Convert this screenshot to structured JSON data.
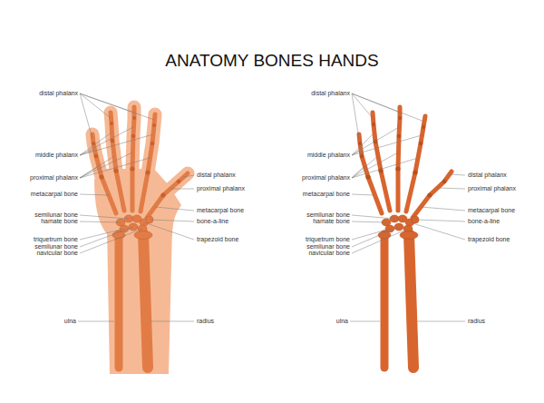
{
  "diagram": {
    "title": "ANATOMY BONES HANDS",
    "labels": [
      "distal phalanx",
      "middle phalanx",
      "proximal phalanx",
      "metacarpal bone",
      "semilunar bone",
      "hamate bone",
      "triquetrum bone",
      "semilunar bone",
      "navicular bone",
      "ulna",
      "distal phalanx",
      "proximal phalanx",
      "metacarpal bone",
      "bone-a-line",
      "trapezoid bone",
      "radius",
      "distal phalanx",
      "middle phalanx",
      "proximal phalanx",
      "metacarpal bone",
      "semilunar bone",
      "hamate bone",
      "triquetrum bone",
      "semilunar bone",
      "navicular bone",
      "ulna",
      "distal phalanx",
      "proximal phalanx",
      "metacarpal bone",
      "bone-a-line",
      "trapezoid bone",
      "radius"
    ]
  }
}
